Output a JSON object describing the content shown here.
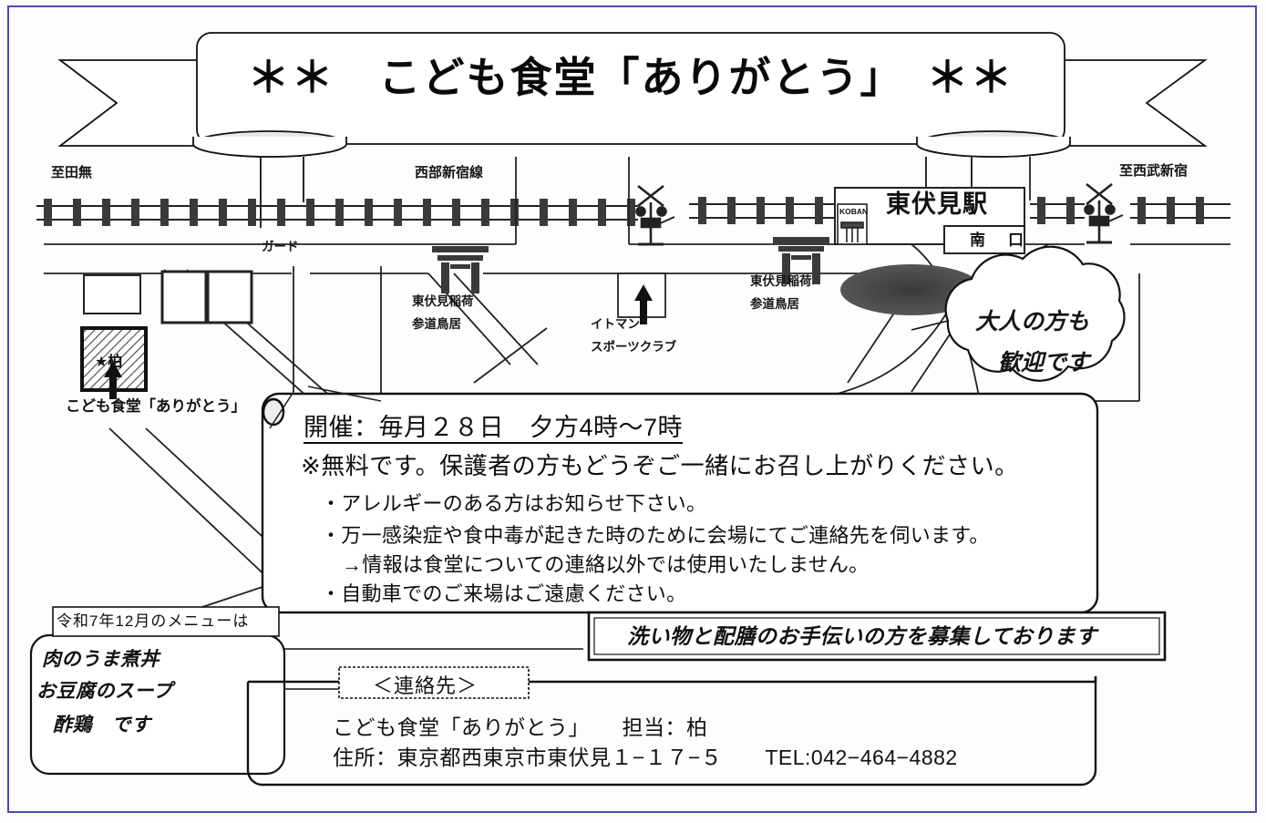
{
  "banner": {
    "title": "＊＊　こども食堂「ありがとう」　＊＊"
  },
  "map": {
    "to_tanashi": "至田無",
    "line_name": "西部新宿線",
    "guard": "ガード",
    "to_seibu_shinjuku": "至西武新宿",
    "station_name": "東伏見駅",
    "station_south_exit": "南　口",
    "koban": "KOBAN",
    "torii_a_line1": "東伏見稲荷",
    "torii_a_line2": "参道鳥居",
    "torii_b_line1": "東伏見稲荷",
    "torii_b_line2": "参道鳥居",
    "itoman_line1": "イトマン",
    "itoman_line2": "スポーツクラブ",
    "venue_marker": "★柏",
    "venue_label": "こども食堂「ありがとう」"
  },
  "cloud": {
    "line1": "大人の方も",
    "line2": "歓迎です"
  },
  "info": {
    "headline": "開催：毎月２８日　夕方4時〜7時",
    "note": "※無料です。保護者の方もどうぞご一緒にお召し上がりください。",
    "bullets": [
      "・アレルギーのある方はお知らせ下さい。",
      "・万一感染症や食中毒が起きた時のために会場にてご連絡先を伺います。",
      "→情報は食堂についての連絡以外では使用いたしません。",
      "・自動車でのご来場はご遠慮ください。"
    ]
  },
  "menu": {
    "heading": "令和7年12月のメニューは",
    "items": [
      "肉のうま煮丼",
      "お豆腐のスープ",
      "酢鶏　です"
    ]
  },
  "volunteer": {
    "text": "洗い物と配膳のお手伝いの方を募集しております"
  },
  "contact": {
    "heading": "＜連絡先＞",
    "line1": "こども食堂「ありがとう」　　担当：柏",
    "line2": "住所：東京都西東京市東伏見１−１７−５　　TEL:042−464−4882"
  },
  "colors": {
    "frame": "#4a4fa8",
    "ink": "#111111",
    "pond": "#4a4a4a"
  }
}
